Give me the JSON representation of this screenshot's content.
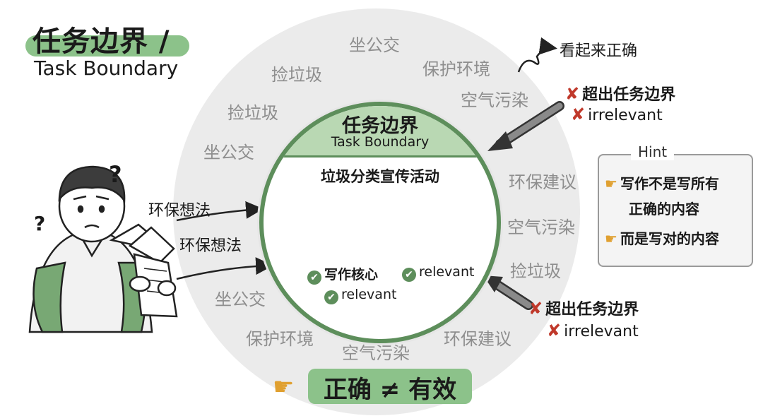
{
  "title": {
    "cn": "任务边界 /",
    "en": "Task Boundary"
  },
  "ring_words": [
    {
      "text": "坐公交"
    },
    {
      "text": "捡垃圾"
    },
    {
      "text": "保护环境"
    },
    {
      "text": "空气污染"
    },
    {
      "text": "捡垃圾"
    },
    {
      "text": "坐公交"
    },
    {
      "text": "环保建议"
    },
    {
      "text": "空气污染"
    },
    {
      "text": "捡垃圾"
    },
    {
      "text": "坐公交"
    },
    {
      "text": "保护环境"
    },
    {
      "text": "空气污染"
    },
    {
      "text": "环保建议"
    }
  ],
  "circle": {
    "title": "任务边界",
    "subtitle": "Task Boundary",
    "activity": "垃圾分类宣传活动",
    "relevant": [
      {
        "text": "写作核心"
      },
      {
        "text": "relevant"
      },
      {
        "text": "relevant"
      }
    ]
  },
  "left_labels": [
    "环保想法",
    "环保想法"
  ],
  "top_right_label": "看起来正确",
  "out_of_bounds": [
    {
      "cn": "超出任务边界",
      "en": "irrelevant"
    },
    {
      "cn": "超出任务边界",
      "en": "irrelevant"
    }
  ],
  "hint": {
    "title": "Hint",
    "lines": [
      "写作不是写所有",
      "正确的内容",
      "而是写对的内容"
    ]
  },
  "banner": "正确 ≠ 有效",
  "icons": {
    "check": "✔",
    "cross": "✘",
    "hand": "☛",
    "question": "?"
  },
  "colors": {
    "accent": "#8cc28a",
    "accent_dark": "#5d8e5b",
    "band": "#b9d8b3",
    "ring": "#ebebeb",
    "ring_text": "#8e8e8e",
    "cross": "#c0392b",
    "hand": "#e0a030"
  }
}
